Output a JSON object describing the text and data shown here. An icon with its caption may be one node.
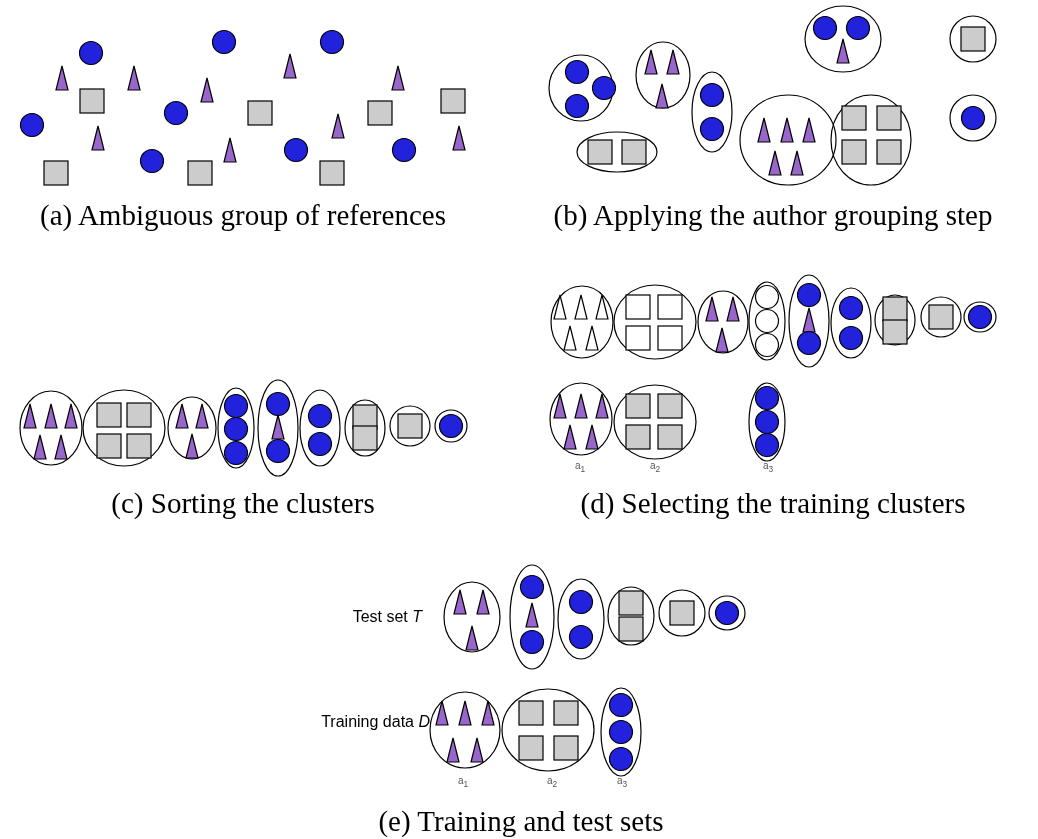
{
  "diagram": {
    "labels": [
      "(a) Ambiguous group of references",
      "(b) Applying the author grouping step",
      "a$_{1}$",
      "a$_{2}$",
      "a$_{3}$",
      "(c) Sorting the clusters",
      "(d) Selecting the training clusters",
      "Test set *T*",
      "Training data *D*",
      "a$_{1}$",
      "a$_{2}$",
      "a$_{3}$",
      "(e) Training and test sets"
    ]
  }
}
